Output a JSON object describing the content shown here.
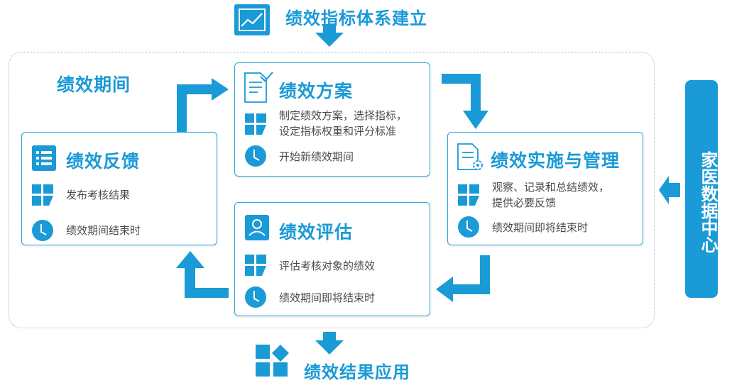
{
  "top": {
    "title": "绩效指标体系建立",
    "icon": "trend-chart-icon"
  },
  "period_label": "绩效期间",
  "cards": {
    "plan": {
      "title": "绩效方案",
      "icon": "document-check-icon",
      "task_text": "制定绩效方案，选择指标，\n设定指标权重和评分标准",
      "time_text": "开始新绩效期间"
    },
    "implement": {
      "title": "绩效实施与管理",
      "icon": "document-settings-icon",
      "task_text": "观察、记录和总结绩效，\n提供必要反馈",
      "time_text": "绩效期间即将结束时"
    },
    "evaluate": {
      "title": "绩效评估",
      "icon": "user-profile-icon",
      "task_text": "评估考核对象的绩效",
      "time_text": "绩效期间即将结束时"
    },
    "feedback": {
      "title": "绩效反馈",
      "icon": "list-icon",
      "task_text": "发布考核结果",
      "time_text": "绩效期间结束时"
    }
  },
  "side": {
    "label": "家医数据中心"
  },
  "bottom": {
    "title": "绩效结果应用",
    "icon": "grid-apps-icon"
  },
  "colors": {
    "accent": "#1a9ad6",
    "border": "#29a8e0",
    "text": "#4a4a4a",
    "dotted": "#aab4bd"
  }
}
